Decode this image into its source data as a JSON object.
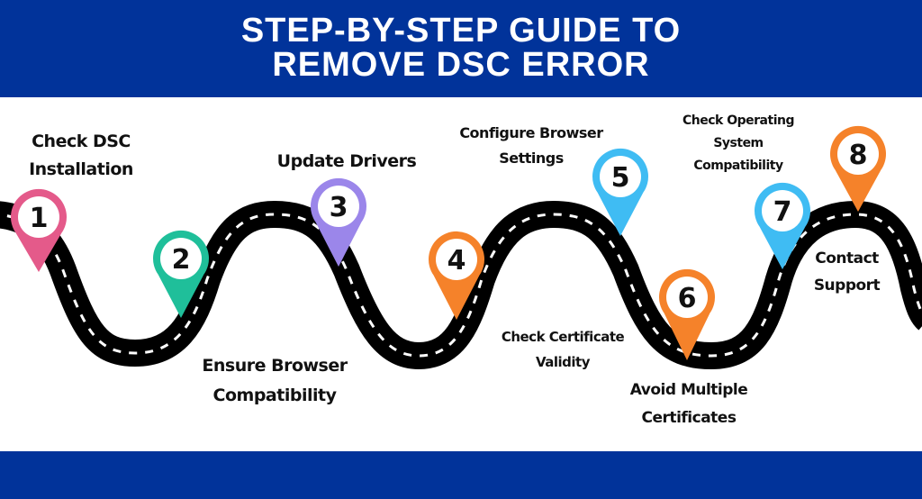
{
  "header": {
    "title_line1": "STEP-BY-STEP GUIDE TO",
    "title_line2": "REMOVE DSC ERROR",
    "background_color": "#01339a"
  },
  "footer": {
    "background_color": "#01339a"
  },
  "steps": [
    {
      "number": "1",
      "label_lines": [
        "Check DSC",
        "Installation"
      ],
      "pin_color": "#e45a8a"
    },
    {
      "number": "2",
      "label_lines": [
        "Ensure Browser",
        "Compatibility"
      ],
      "pin_color": "#1fbf9a"
    },
    {
      "number": "3",
      "label_lines": [
        "Update Drivers"
      ],
      "pin_color": "#9b86ea"
    },
    {
      "number": "4",
      "label_lines": [
        "Check Certificate",
        "Validity"
      ],
      "pin_color": "#f5822a"
    },
    {
      "number": "5",
      "label_lines": [
        "Configure Browser",
        "Settings"
      ],
      "pin_color": "#3fbcf3"
    },
    {
      "number": "6",
      "label_lines": [
        "Avoid Multiple",
        "Certificates"
      ],
      "pin_color": "#f5822a"
    },
    {
      "number": "7",
      "label_lines": [
        "Check Operating",
        "System",
        "Compatibility"
      ],
      "pin_color": "#3fbcf3"
    },
    {
      "number": "8",
      "label_lines": [
        "Contact",
        "Support"
      ],
      "pin_color": "#f5822a"
    }
  ]
}
